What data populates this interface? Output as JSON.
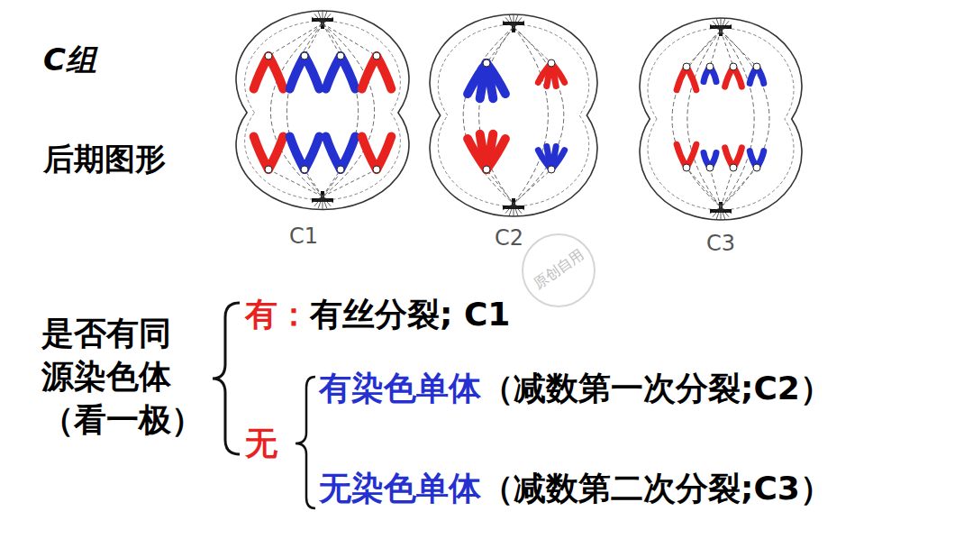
{
  "diagram": {
    "labels": [
      "C组",
      "后期图形",
      "C1",
      "C2",
      "C3",
      "原创自用",
      "是否有同 源染色体 （看一极）",
      "有：",
      "有丝分裂; C1",
      "无",
      "有染色单体",
      "（减数第一次分裂;C2）",
      "无染色单体",
      "（减数第二次分裂;C3）"
    ]
  }
}
